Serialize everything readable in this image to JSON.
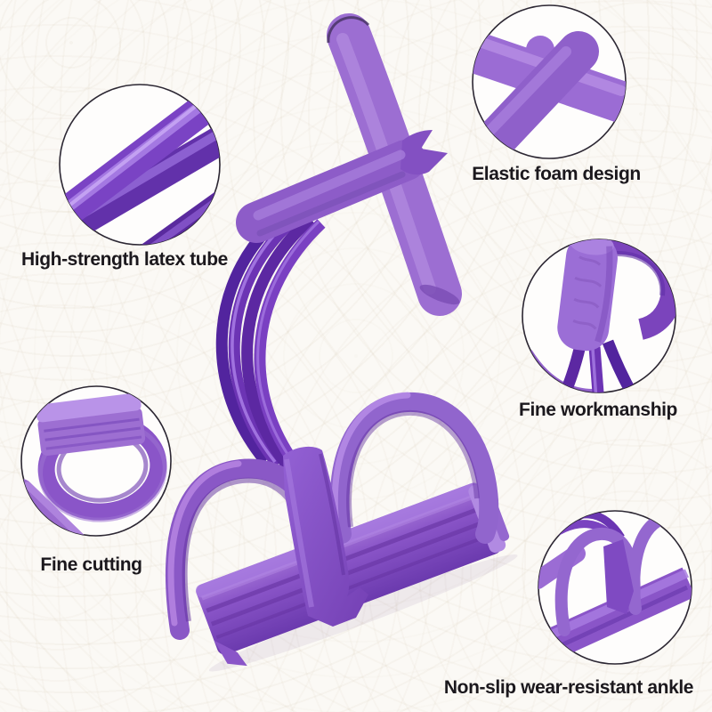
{
  "page": {
    "background_color": "#fbf9f5",
    "description": "Purple 4-tube pedal resistance band product infographic with five circular detail callouts"
  },
  "product": {
    "name": "pedal-resistance-band",
    "colors": {
      "tube": "#6a35b2",
      "tube_dark": "#52249e",
      "tube_highlight": "#a97ee6",
      "foam": "#9b6cd4",
      "foam_highlight": "#b88fe6",
      "pedal": "#8a58c6",
      "pedal_dark": "#5f2f9e",
      "bar_front": "#7c48bc",
      "callout_outline": "#2c2733",
      "label_text": "#1b181d"
    }
  },
  "callouts": [
    {
      "id": "latex-tube",
      "position": "top-left",
      "label": "High-strength latex tube"
    },
    {
      "id": "foam-design",
      "position": "top-right",
      "label": "Elastic foam design"
    },
    {
      "id": "workmanship",
      "position": "middle-right",
      "label": "Fine workmanship"
    },
    {
      "id": "cutting",
      "position": "middle-left",
      "label": "Fine cutting"
    },
    {
      "id": "ankle",
      "position": "bottom-right",
      "label": "Non-slip wear-resistant ankle"
    }
  ]
}
